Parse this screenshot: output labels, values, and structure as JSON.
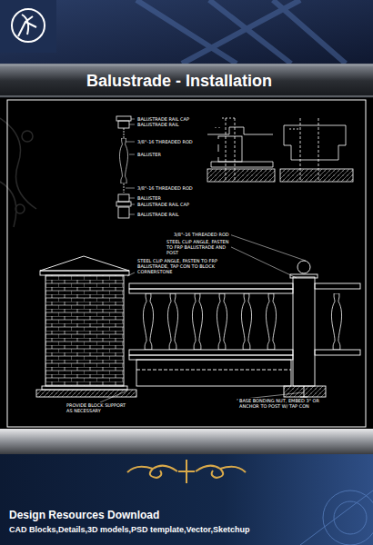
{
  "diagram": {
    "title": "Balustrade - Installation",
    "labels": [
      "BALUSTRADE RAIL CAP",
      "BALUSTRADE RAIL",
      "3/8\"-16 THREADED ROD",
      "BALUSTER",
      "3/8\"-16 THREADED ROD",
      "BALUSTER",
      "BALUSTRADE RAIL CAP",
      "BALUSTRADE RAIL",
      "3/8\"-16 THREADED ROD",
      "STEEL CLIP ANGLE, FASTEN TO FRP BALUSTRADE AND POST",
      "STEEL CLIP ANGLE, FASTEN TO FRP BALUSTRADE, TAP CON TO BLOCK CORNERSTONE",
      "PROVIDE BLOCK SUPPORT AS NECESSARY",
      "BASE BONDING NUT, EMBED 3\" OR ANCHOR TO POST W/ TAP CON",
      "Design Resources Download",
      "CAD Blocks,Details,3D models,PSD template,Vector,Sketchup"
    ]
  }
}
